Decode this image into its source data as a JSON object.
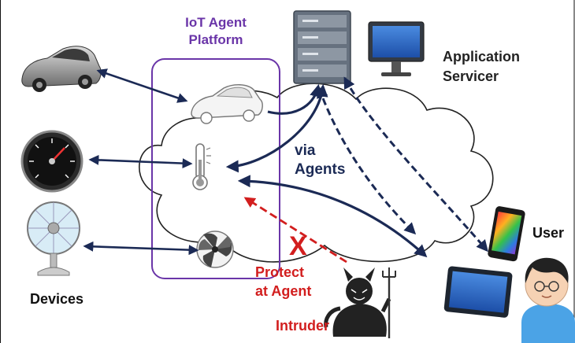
{
  "labels": {
    "platform_line1": "IoT Agent",
    "platform_line2": "Platform",
    "application_line1": "Application",
    "application_line2": "Servicer",
    "via_line1": "via",
    "via_line2": "Agents",
    "user": "User",
    "devices": "Devices",
    "protect_line1": "Protect",
    "protect_line2": "at Agent",
    "intruder": "Intruder",
    "block_mark": "X"
  },
  "colors": {
    "platform_border": "#6a35a8",
    "arrow_navy": "#1b2a55",
    "attack_red": "#d21e1e",
    "cloud_fill": "#ffffff",
    "cloud_stroke": "#222222"
  },
  "icons": [
    "car-icon",
    "speedometer-icon",
    "fan-icon",
    "car-outline-icon",
    "thermometer-icon",
    "fan-blade-icon",
    "server-icon",
    "monitor-icon",
    "smartphone-icon",
    "tablet-icon",
    "user-avatar-icon",
    "devil-intruder-icon"
  ]
}
